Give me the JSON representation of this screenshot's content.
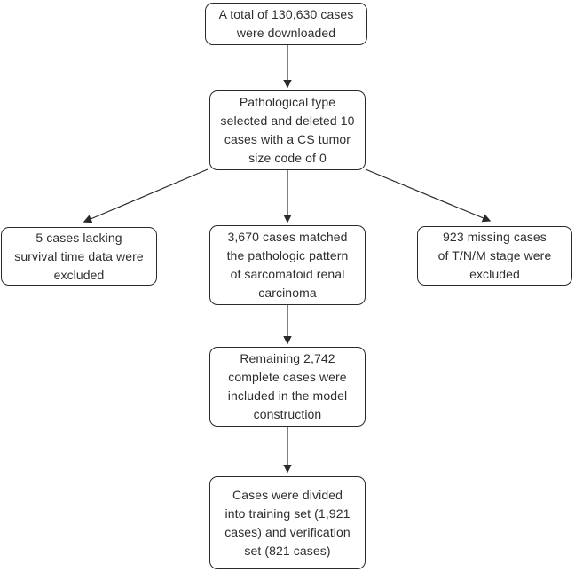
{
  "colors": {
    "background": "#ffffff",
    "line": "#2a2a2a",
    "text": "#2e2e2e"
  },
  "flowchart": {
    "nodes": [
      {
        "id": "downloaded",
        "text": "A total of 130,630 cases\nwere downloaded"
      },
      {
        "id": "pathological",
        "text": "Pathological type\nselected and deleted 10\ncases with a CS tumor\nsize code of 0"
      },
      {
        "id": "lacking-survival",
        "text": "5 cases lacking\nsurvival time data were\nexcluded"
      },
      {
        "id": "matched",
        "text": "3,670 cases matched\nthe pathologic pattern\nof sarcomatoid renal\ncarcinoma"
      },
      {
        "id": "missing-tnm",
        "text": "923 missing cases\nof T/N/M stage were\nexcluded"
      },
      {
        "id": "remaining",
        "text": "Remaining 2,742\ncomplete cases were\nincluded in the model\nconstruction"
      },
      {
        "id": "divided",
        "text": "Cases were divided\ninto training set (1,921\ncases) and verification\nset (821 cases)"
      }
    ],
    "edges": [
      {
        "from": "downloaded",
        "to": "pathological"
      },
      {
        "from": "pathological",
        "to": "lacking-survival"
      },
      {
        "from": "pathological",
        "to": "matched"
      },
      {
        "from": "pathological",
        "to": "missing-tnm"
      },
      {
        "from": "matched",
        "to": "remaining"
      },
      {
        "from": "remaining",
        "to": "divided"
      }
    ]
  }
}
